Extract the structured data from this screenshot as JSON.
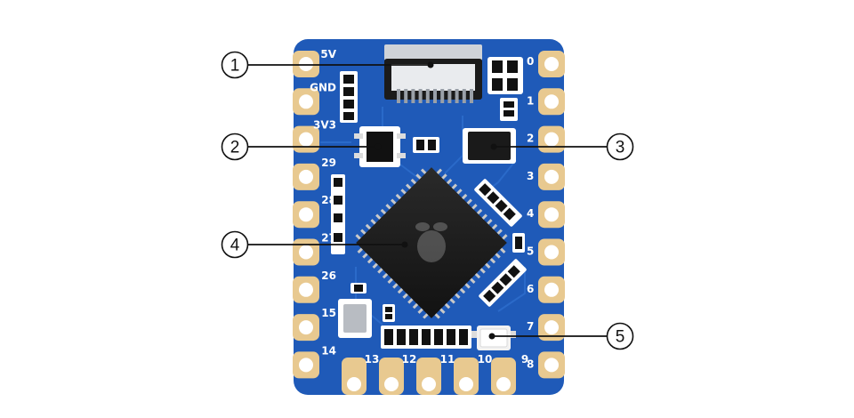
{
  "colors": {
    "pcb": "#1f5ab8",
    "pcb_edge": "#2a66c4",
    "pad_gold": "#e8c990",
    "pad_hole": "#ffffff",
    "chip": "#1c1c1c",
    "silk": "#ffffff",
    "callout_line": "#111111"
  },
  "pins": {
    "left": [
      "5V",
      "GND",
      "3V3",
      "29",
      "28",
      "27",
      "26",
      "15",
      "14"
    ],
    "right": [
      "0",
      "1",
      "2",
      "3",
      "4",
      "5",
      "6",
      "7",
      "8"
    ],
    "bottom": [
      "13",
      "12",
      "11",
      "10",
      "9"
    ]
  },
  "callouts": [
    {
      "id": "connector",
      "label": "1"
    },
    {
      "id": "regulator",
      "label": "2"
    },
    {
      "id": "flash",
      "label": "3"
    },
    {
      "id": "mcu",
      "label": "4"
    },
    {
      "id": "led",
      "label": "5"
    }
  ],
  "icons": {
    "mcu_logo": "raspberry-logo-icon"
  }
}
